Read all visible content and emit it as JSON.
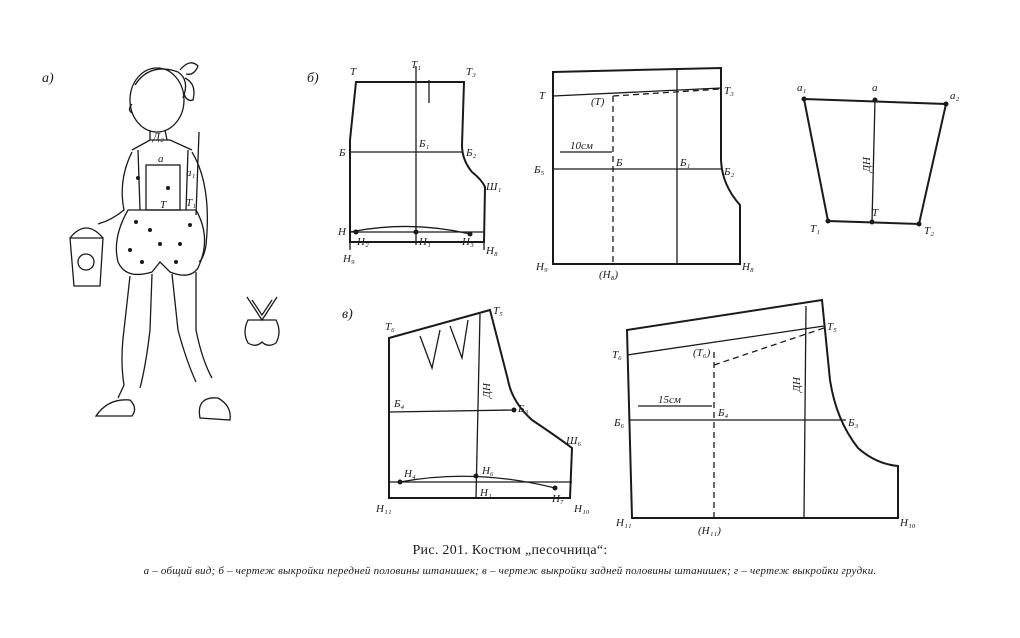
{
  "panels": {
    "a": "а)",
    "b": "б)",
    "v": "в)"
  },
  "labels": {
    "front_left": {
      "T": "Т",
      "T1": "Т₁",
      "T3": "Т₃",
      "B": "Б",
      "B1": "Б₁",
      "B2": "Б₂",
      "Sh1": "Ш₁",
      "N": "Н",
      "N2": "Н₂",
      "N1": "Н₁",
      "N3": "Н₃",
      "N9": "Н₉",
      "N8": "Н₈"
    },
    "front_right": {
      "T": "Т",
      "Tp": "(Т)",
      "T3": "Т₃",
      "cm": "10см",
      "B5": "Б₅",
      "B": "Б",
      "B1": "Б₁",
      "B2": "Б₂",
      "N9": "Н₉",
      "N8p": "(Н₈)",
      "N8": "Н₈"
    },
    "bib": {
      "a1": "а₁",
      "a": "а",
      "a2": "а₂",
      "DN": "ДН",
      "T1": "Т₁",
      "T": "Т",
      "T2": "Т₂"
    },
    "back_left": {
      "T6": "Т₆",
      "T5": "Т₅",
      "DN": "ДН",
      "B4": "Б₄",
      "B3": "Б₃",
      "Sh6": "Ш₆",
      "N4": "Н₄",
      "N6": "Н₆",
      "N1": "Н₁",
      "N7": "Н₇",
      "N11": "Н₁₁",
      "N10": "Н₁₀"
    },
    "back_right": {
      "T5": "Т₅",
      "T6": "Т₆",
      "T6p": "(Т₆)",
      "cm": "15см",
      "B4": "Б₄",
      "DN": "ДН",
      "B6": "Б₆",
      "B3": "Б₃",
      "N11": "Н₁₁",
      "N11p": "(Н₁₁)",
      "N10": "Н₁₀"
    },
    "child": {
      "D2": "Д₂",
      "a": "а",
      "a1": "а₁",
      "T": "Т",
      "T1": "Т₁"
    }
  },
  "caption": {
    "title": "Рис. 201. Костюм „песочница“:",
    "text": "а – общий вид; б – чертеж выкройки передней половины штанишек; в – чертеж выкройки задней половины штанишек; г – чертеж выкройки грудки."
  }
}
